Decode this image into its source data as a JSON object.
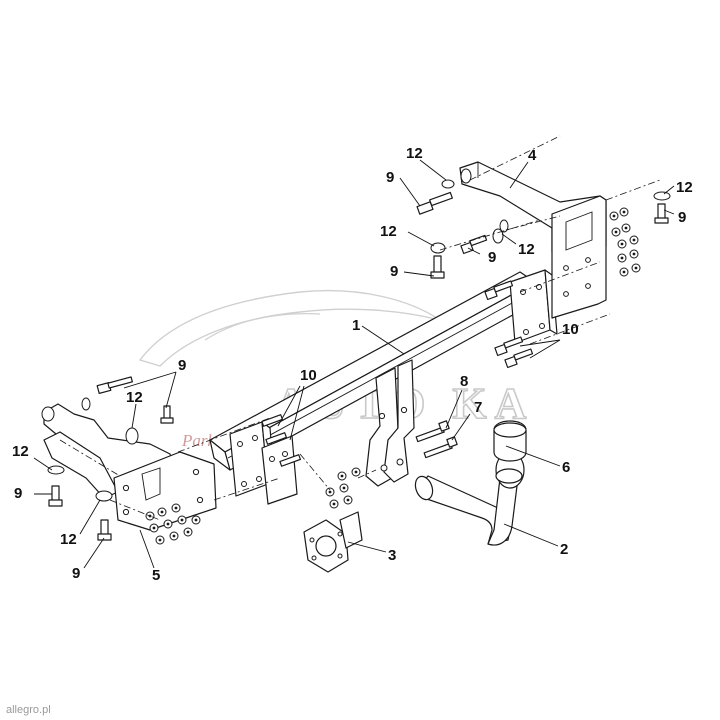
{
  "labels": {
    "l1": "1",
    "l2": "2",
    "l3": "3",
    "l4": "4",
    "l5": "5",
    "l6": "6",
    "l7": "7",
    "l8": "8",
    "l9a": "9",
    "l9b": "9",
    "l9c": "9",
    "l9d": "9",
    "l9e": "9",
    "l9f": "9",
    "l9g": "9",
    "l10a": "10",
    "l10b": "10",
    "l12a": "12",
    "l12b": "12",
    "l12c": "12",
    "l12d": "12",
    "l12e": "12",
    "l12f": "12",
    "l12g": "12"
  },
  "watermark": {
    "brand": "AUTO KA",
    "tagline": "Park and travel",
    "corner": "allegro.pl"
  }
}
